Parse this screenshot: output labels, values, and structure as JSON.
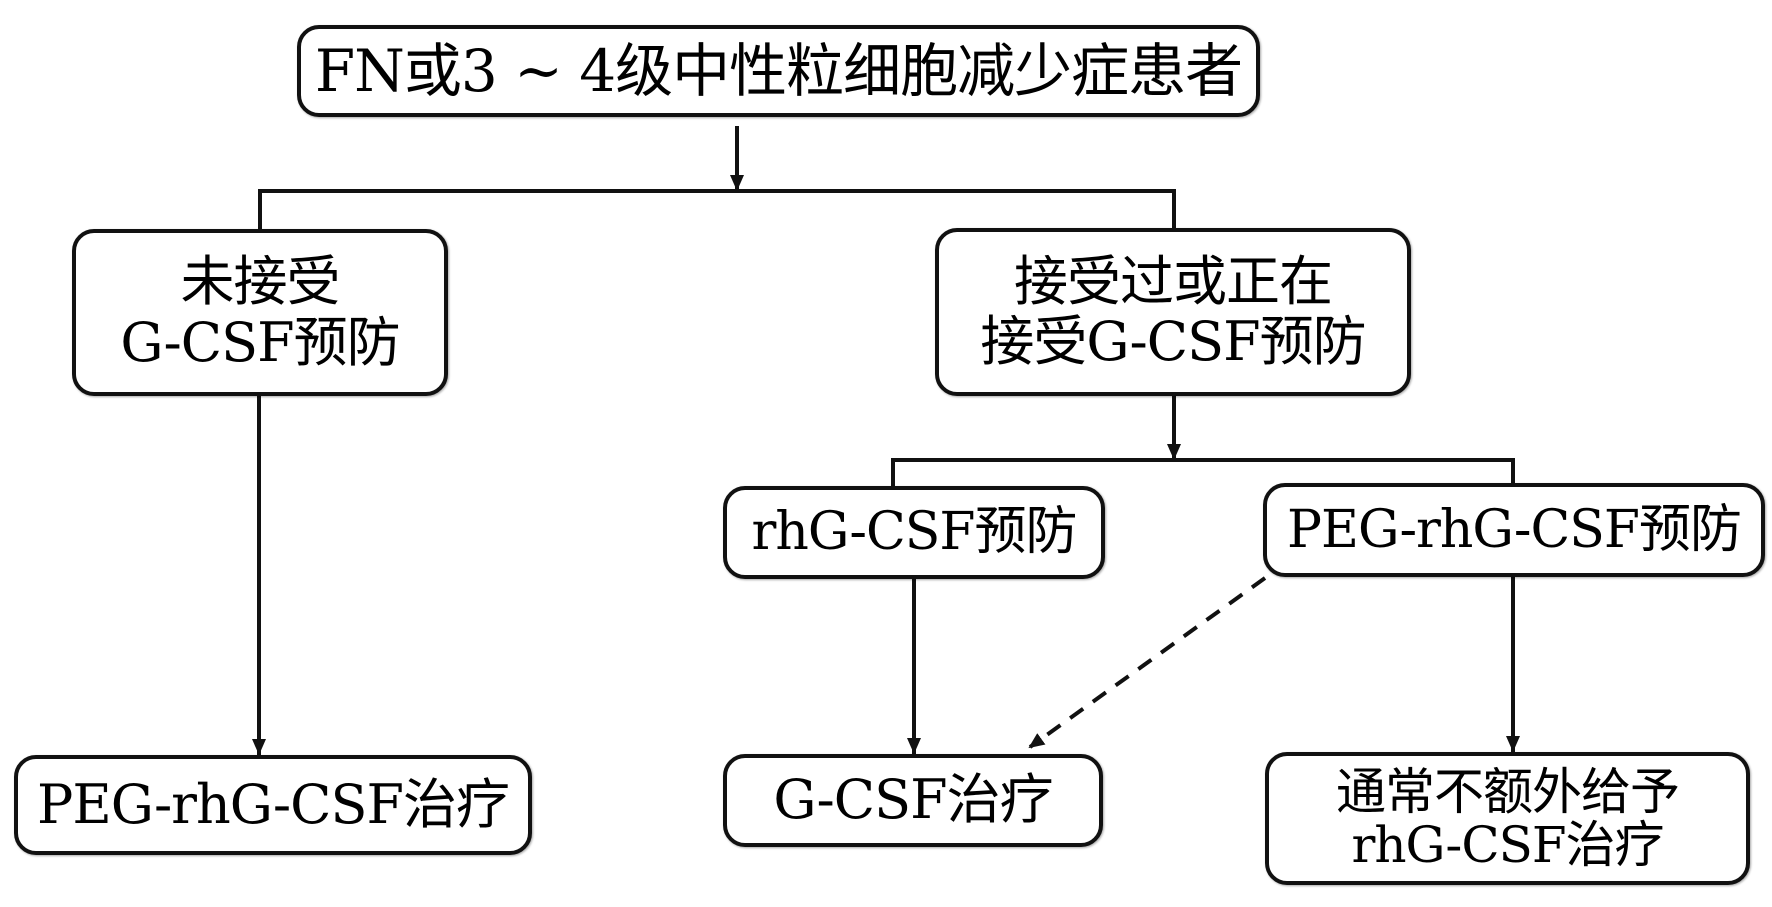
{
  "diagram": {
    "title": "",
    "nodes": {
      "top": {
        "lines": [
          "FN或3 ~ 4级中性粒细胞减少症患者"
        ]
      },
      "left": {
        "lines": [
          "未接受",
          "G-CSF预防"
        ]
      },
      "right": {
        "lines": [
          "接受过或正在",
          "接受G-CSF预防"
        ]
      },
      "rhg": {
        "lines": [
          "rhG-CSF预防"
        ]
      },
      "peg": {
        "lines": [
          "PEG-rhG-CSF预防"
        ]
      },
      "bottom_left": {
        "lines": [
          "PEG-rhG-CSF治疗"
        ]
      },
      "bottom_middle": {
        "lines": [
          "G-CSF治疗"
        ]
      },
      "bottom_right": {
        "lines": [
          "通常不额外给予",
          "rhG-CSF治疗"
        ]
      }
    },
    "edges": [
      {
        "from": "top",
        "to": [
          "left",
          "right"
        ],
        "style": "solid",
        "type": "branch"
      },
      {
        "from": "left",
        "to": "bottom_left",
        "style": "solid",
        "type": "arrow"
      },
      {
        "from": "right",
        "to": [
          "rhg",
          "peg"
        ],
        "style": "solid",
        "type": "branch"
      },
      {
        "from": "rhg",
        "to": "bottom_middle",
        "style": "solid",
        "type": "arrow"
      },
      {
        "from": "peg",
        "to": "bottom_middle",
        "style": "dashed",
        "type": "arrow"
      },
      {
        "from": "peg",
        "to": "bottom_right",
        "style": "solid",
        "type": "arrow"
      }
    ],
    "colors": {
      "stroke": "#111111",
      "background": "#ffffff",
      "text": "#000000"
    }
  }
}
